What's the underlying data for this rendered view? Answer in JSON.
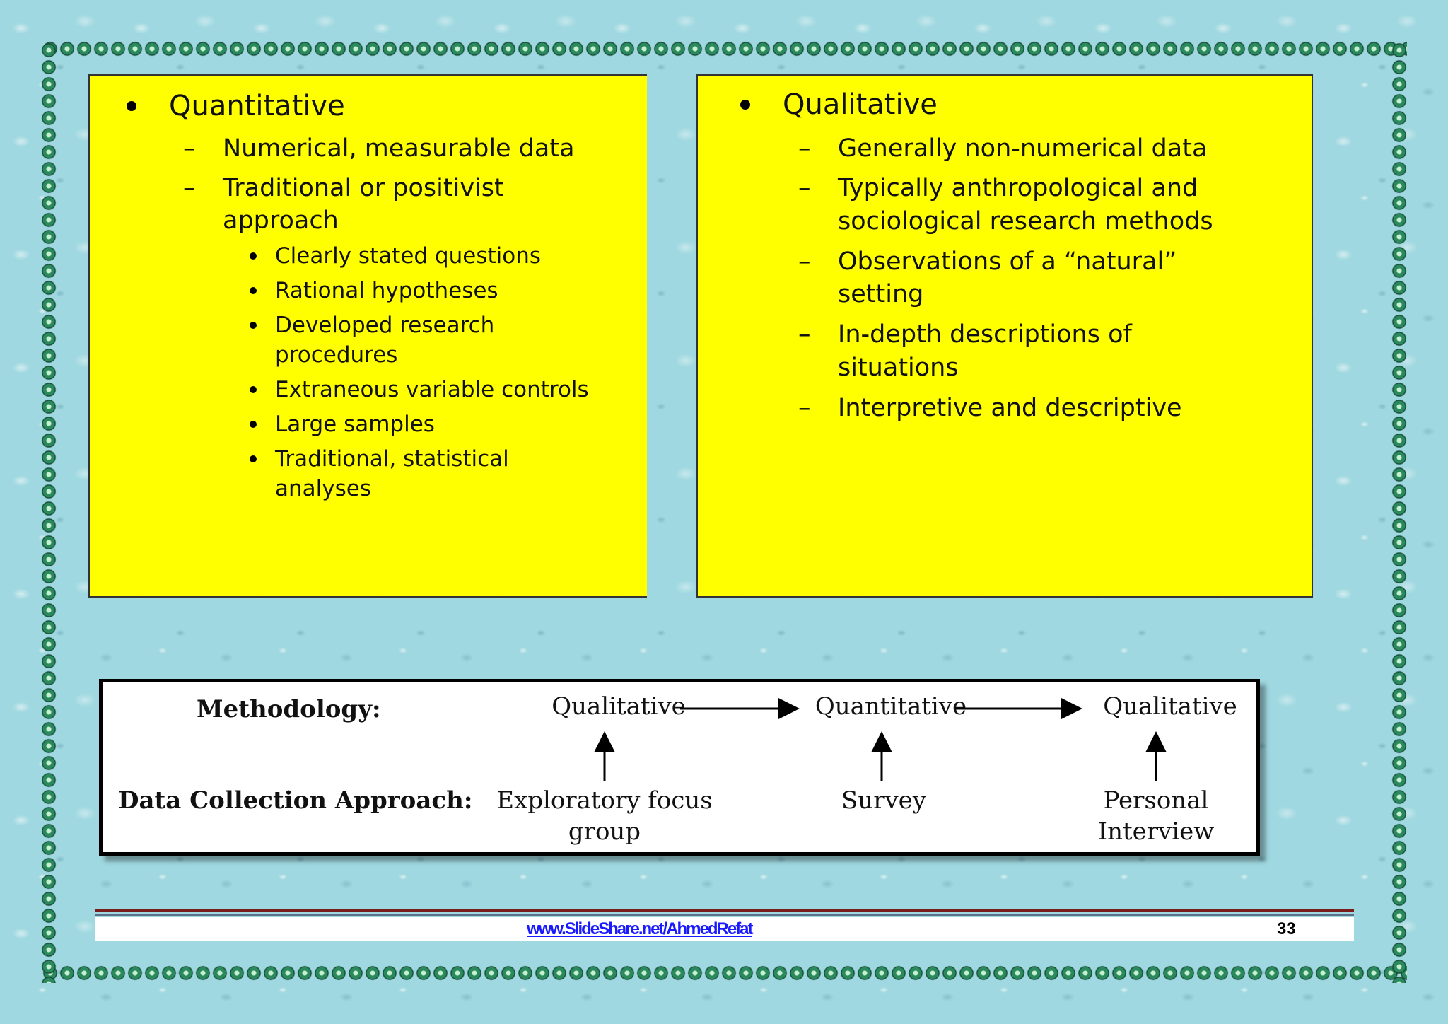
{
  "left_panel": {
    "heading": "Quantitative",
    "items": [
      "Numerical, measurable data",
      "Traditional or positivist",
      "approach"
    ],
    "subitems": [
      "Clearly stated questions",
      "Rational hypotheses",
      "Developed research",
      "procedures",
      "Extraneous variable controls",
      "Large samples",
      "Traditional, statistical",
      "analyses"
    ]
  },
  "right_panel": {
    "heading": "Qualitative",
    "items": [
      "Generally non-numerical data",
      "Typically anthropological and",
      "sociological research methods",
      "Observations of a “natural”",
      "setting",
      "In-depth descriptions  of",
      "situations",
      "Interpretive and descriptive"
    ]
  },
  "diagram": {
    "methodology_label": "Methodology:",
    "approach_label": "Data Collection Approach:",
    "stages": [
      "Qualitative",
      "Quantitative",
      "Qualitative"
    ],
    "approaches": [
      "Exploratory focus",
      "group",
      "Survey",
      "Personal",
      "Interview"
    ]
  },
  "footer": {
    "link": "www.SlideShare.net/AhmedRefat",
    "page": "33"
  }
}
